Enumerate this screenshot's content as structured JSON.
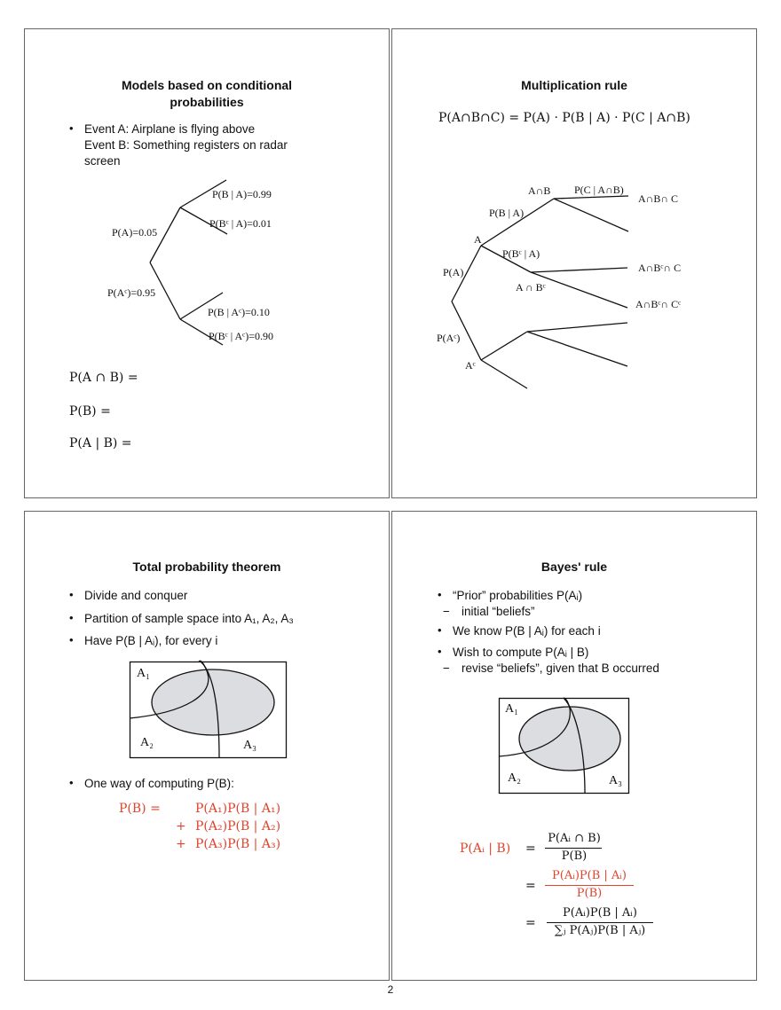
{
  "page_number": "2",
  "s1": {
    "title_l1": "Models based on conditional",
    "title_l2": "probabilities",
    "event_a": "Event A:  Airplane is flying above",
    "event_b": "Event B:  Something registers on radar",
    "event_b2": "screen",
    "tree": {
      "pa": "P(A)=0.05",
      "pac": "P(Aᶜ)=0.95",
      "pba": "P(B | A)=0.99",
      "pbca": "P(Bᶜ | A)=0.01",
      "pbac": "P(B | Aᶜ)=0.10",
      "pbcac": "P(Bᶜ | Aᶜ)=0.90"
    },
    "q1": "P(A ∩ B) =",
    "q2": "P(B) =",
    "q3": "P(A | B) ="
  },
  "s2": {
    "title": "Multiplication rule",
    "formula": "P(A∩B∩C) = P(A) · P(B | A) · P(C | A∩B)",
    "tree": {
      "anb": "A∩B",
      "pc_anb": "P(C | A∩B)",
      "anbnc": "A∩B∩ C",
      "pba": "P(B | A)",
      "a": "A",
      "pbca": "P(Bᶜ | A)",
      "pa": "P(A)",
      "anbc": "A ∩ Bᶜ",
      "anbcnc": "A∩Bᶜ∩ C",
      "anbcncc": "A∩Bᶜ∩ Cᶜ",
      "pac": "P(Aᶜ)",
      "ac": "Aᶜ"
    }
  },
  "s3": {
    "title": "Total probability theorem",
    "b1": "Divide and conquer",
    "b2": "Partition of sample space into A₁, A₂, A₃",
    "b3": "Have P(B | Aᵢ), for every i",
    "venn": {
      "a1": "A₁",
      "a2": "A₂",
      "a3": "A₃"
    },
    "b4": "One way of computing P(B):",
    "eq_lhs": "P(B) =",
    "eq_t1": "P(A₁)P(B | A₁)",
    "eq_t2": "P(A₂)P(B | A₂)",
    "eq_t3": "P(A₃)P(B | A₃)",
    "plus": "+"
  },
  "s4": {
    "title": "Bayes' rule",
    "b1": "“Prior” probabilities P(Aᵢ)",
    "b1_sub": "initial “beliefs”",
    "b2": "We know P(B | Aᵢ) for each i",
    "b3": "Wish to compute P(Aᵢ | B)",
    "b3_sub": "revise “beliefs”, given that B occurred",
    "venn": {
      "a1": "A₁",
      "a2": "A₂",
      "a3": "A₃"
    },
    "lhs": "P(Aᵢ | B)",
    "eq": "=",
    "f1_num": "P(Aᵢ ∩ B)",
    "f1_den": "P(B)",
    "f2_num": "P(Aᵢ)P(B | Aᵢ)",
    "f2_den": "P(B)",
    "f3_num": "P(Aᵢ)P(B | Aᵢ)",
    "f3_den": "∑ⱼ P(Aⱼ)P(B | Aⱼ)"
  },
  "colors": {
    "accent": "#e0442c",
    "venn_fill": "#dcdde0"
  }
}
